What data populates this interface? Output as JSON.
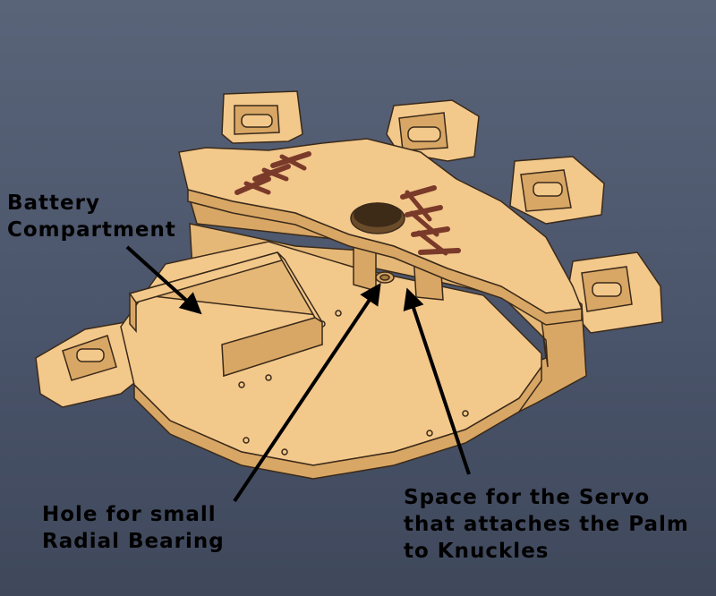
{
  "annotations": {
    "battery": [
      "Battery",
      "Compartment"
    ],
    "hole": [
      "Hole for small",
      "Radial Bearing"
    ],
    "servo": [
      "Space for the Servo",
      "that attaches the Palm",
      "to Knuckles"
    ]
  },
  "colors": {
    "background": "#4e586d",
    "part_body": "#f3c88b",
    "part_shade": "#d9a765",
    "part_edge": "#3a2a1a",
    "stitch": "#7a3a2a",
    "arrow": "#000000"
  }
}
